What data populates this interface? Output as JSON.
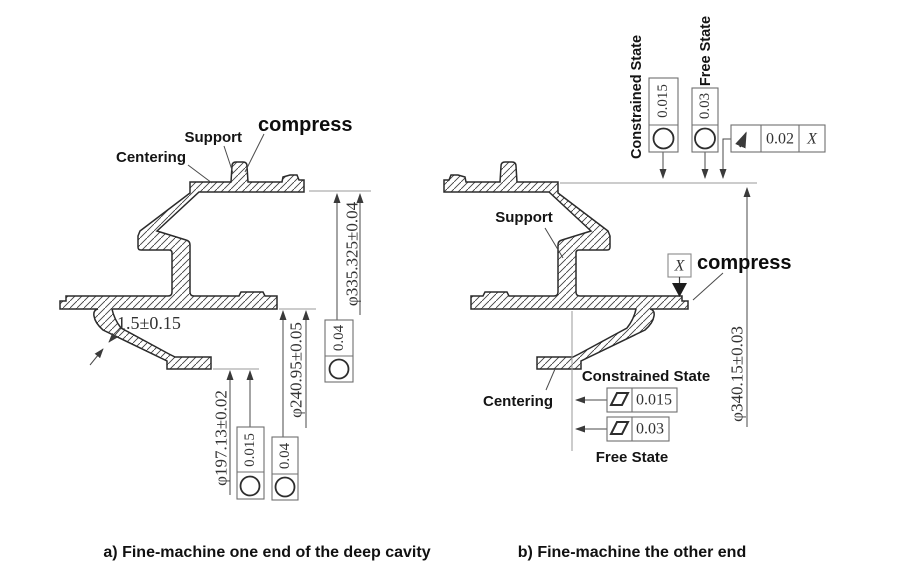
{
  "diagram_a": {
    "caption": "a) Fine-machine one end of the deep cavity",
    "labels": {
      "centering": "Centering",
      "support": "Support",
      "compress": "compress"
    },
    "dims": {
      "outer": "φ335.325±0.04",
      "middle": "φ240.95±0.05",
      "inner": "φ197.13±0.02",
      "web": "1.5±0.15"
    },
    "frames": {
      "outer_circularity": "0.04",
      "middle_circularity": "0.04",
      "inner_circularity": "0.015"
    }
  },
  "diagram_b": {
    "caption": "b) Fine-machine the other end",
    "labels": {
      "centering": "Centering",
      "support": "Support",
      "compress": "compress"
    },
    "states": {
      "constrained": "Constrained State",
      "free": "Free State"
    },
    "circularity": {
      "constrained": "0.015",
      "free": "0.03"
    },
    "runout": {
      "value": "0.02",
      "datum": "X"
    },
    "datum": "X",
    "dim": "φ340.15±0.03",
    "flatness": {
      "constrained": "0.015",
      "free": "0.03"
    }
  }
}
